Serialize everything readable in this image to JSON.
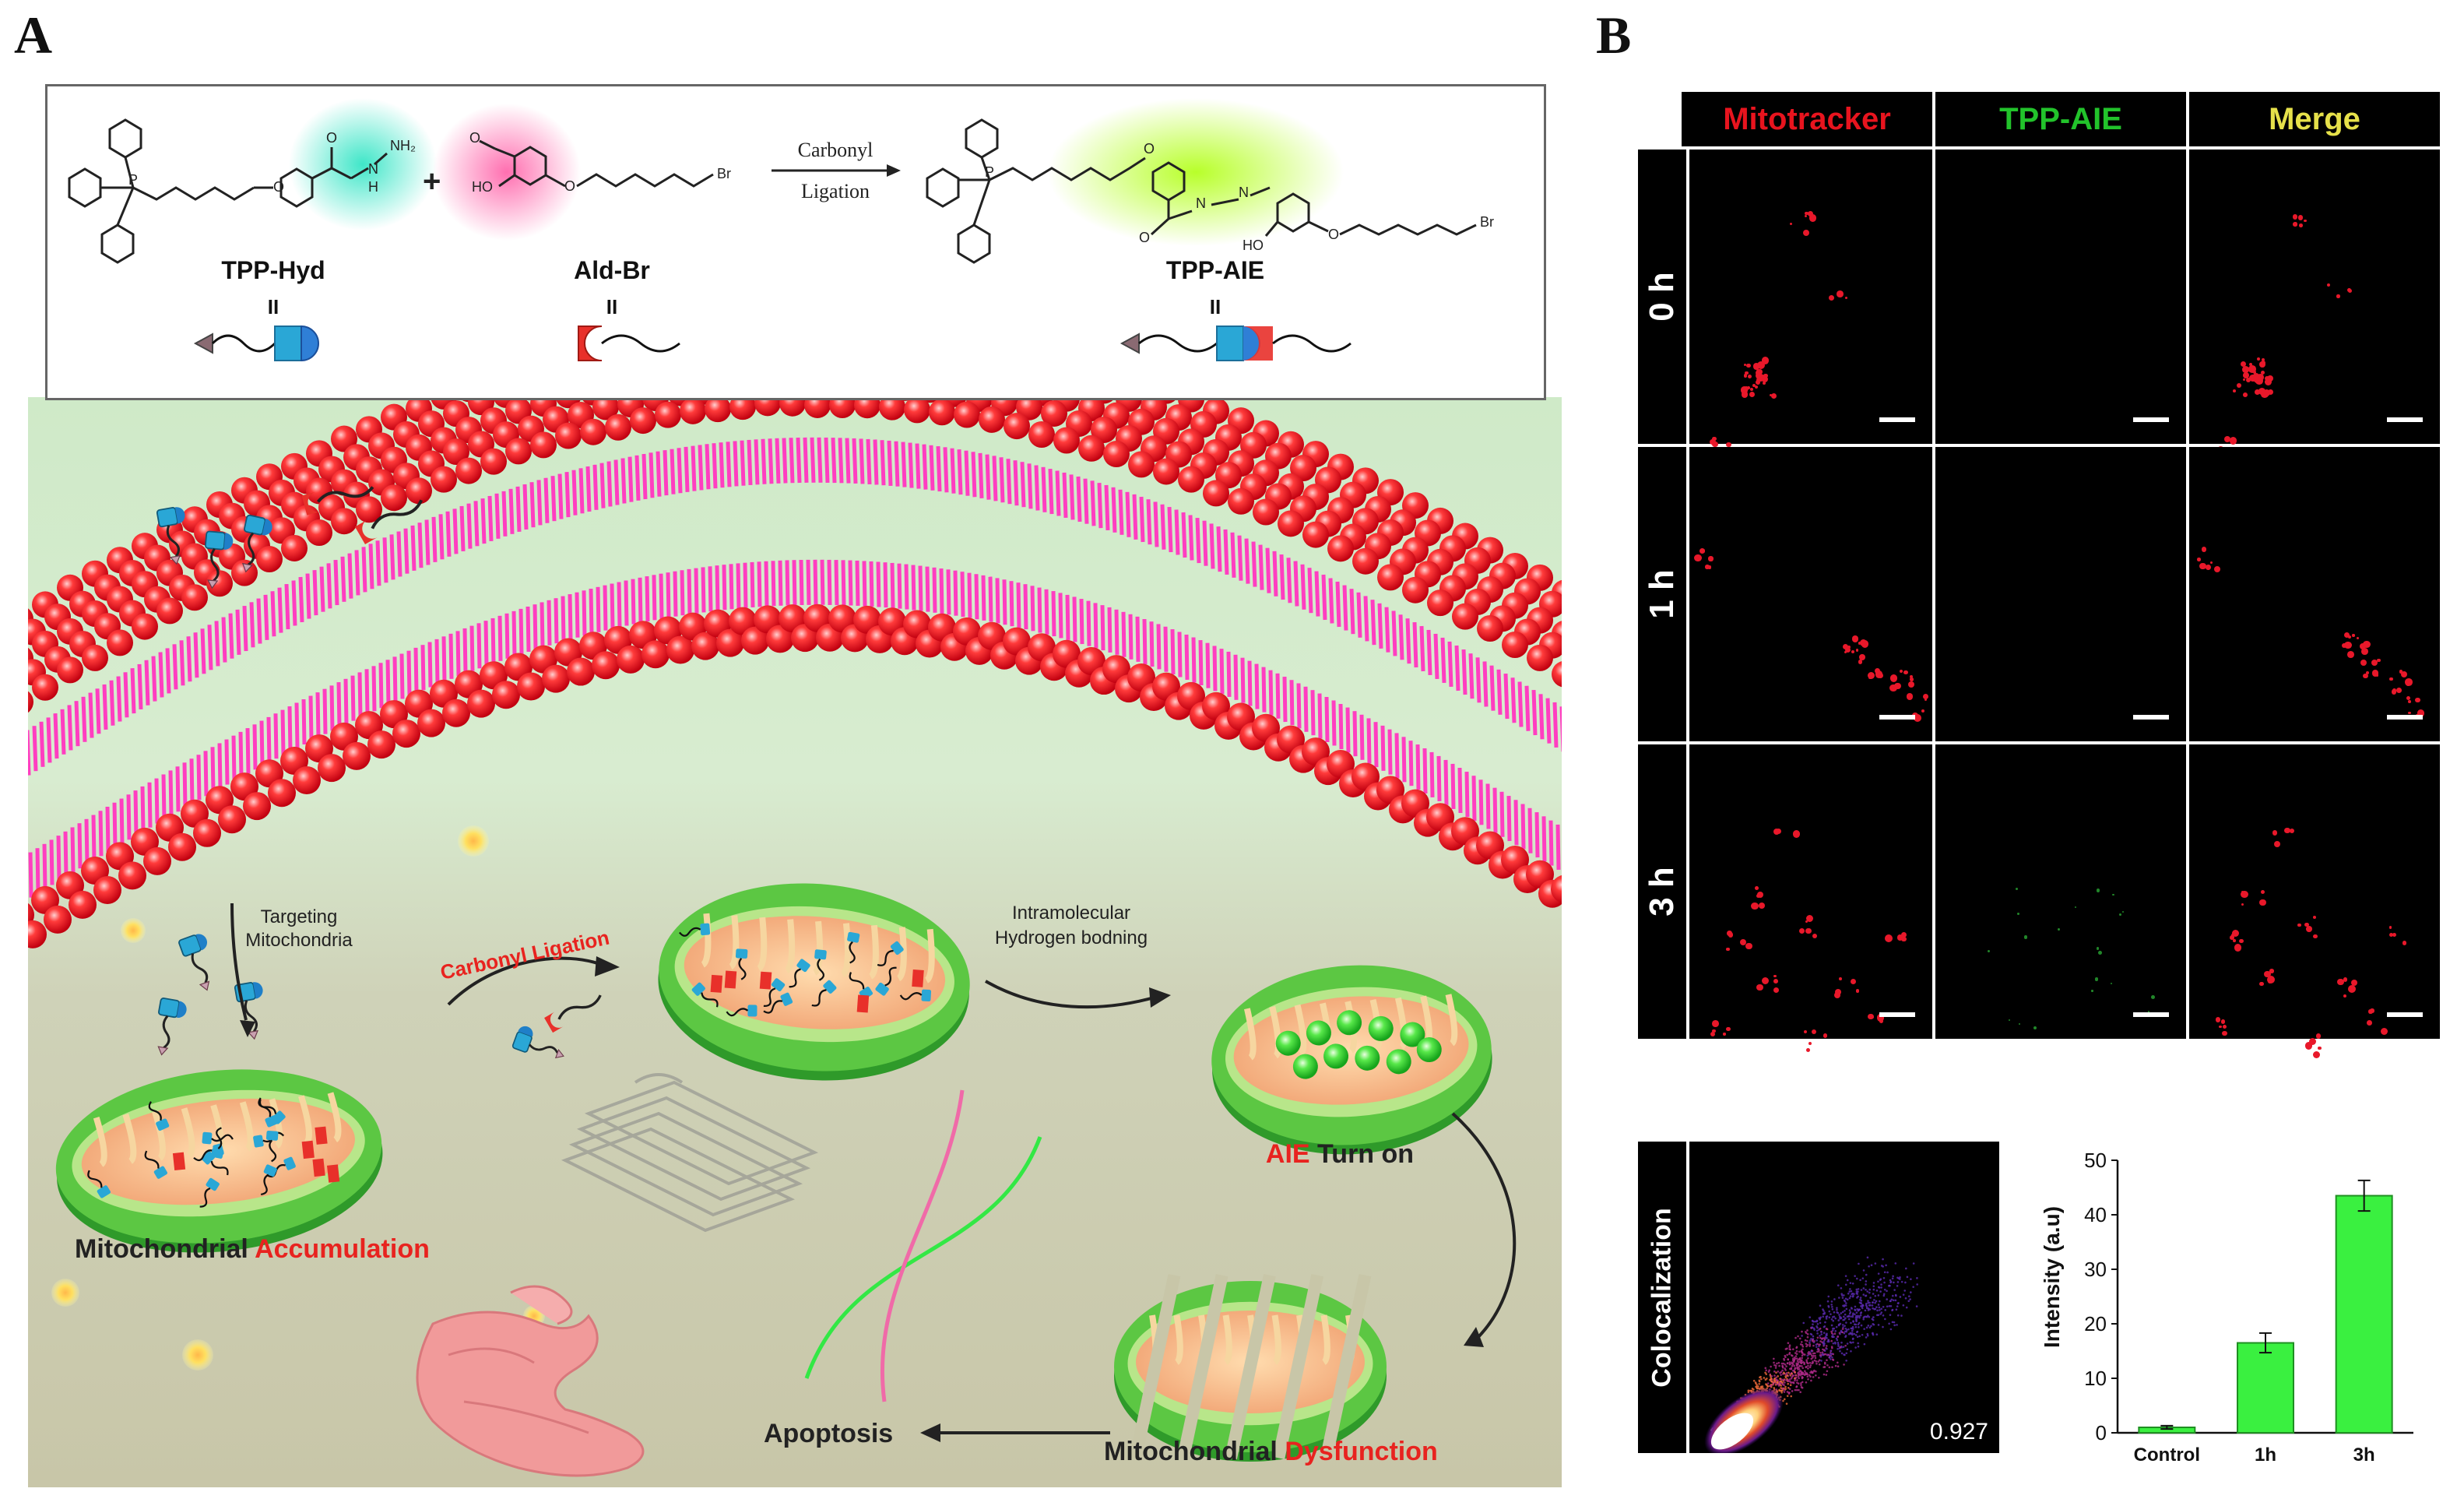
{
  "panels": {
    "a": "A",
    "b": "B"
  },
  "reaction": {
    "reactant1": "TPP-Hyd",
    "reactant2": "Ald-Br",
    "product": "TPP-AIE",
    "plus": "+",
    "arrow_top": "Carbonyl",
    "arrow_bottom": "Ligation",
    "equals": "II",
    "atoms": {
      "nh2": "NH₂",
      "n": "N",
      "h": "H",
      "o": "O",
      "ho": "HO",
      "br": "Br",
      "p": "P"
    }
  },
  "scheme": {
    "targeting_line1": "Targeting",
    "targeting_line2": "Mitochondria",
    "carbonyl_ligation": "Carbonyl Ligation",
    "intra_line1": "Intramolecular",
    "intra_line2": "Hydrogen bodning",
    "aie": "AIE",
    "turn_on": " Turn on",
    "mito": "Mitochondrial ",
    "accumulation": "Accumulation",
    "dysfunction": "Dysfunction",
    "apoptosis": "Apoptosis"
  },
  "imaging": {
    "columns": [
      "Mitotracker",
      "TPP-AIE",
      "Merge"
    ],
    "column_colors": [
      "#e8141e",
      "#22c32b",
      "#e6e14a"
    ],
    "rows": [
      "0 h",
      "1 h",
      "3 h"
    ],
    "colocalization_label": "Colocalization",
    "colocalization_value": "0.927"
  },
  "chart_data": {
    "type": "bar",
    "categories": [
      "Control",
      "1h",
      "3h"
    ],
    "values": [
      1,
      16.5,
      43.5
    ],
    "errors": [
      0.3,
      1.8,
      2.8
    ],
    "ylabel": "Intensity (a.u)",
    "ylim": [
      0,
      50
    ],
    "yticks": [
      0,
      10,
      20,
      30,
      40,
      50
    ],
    "bar_color": "#3af040"
  }
}
